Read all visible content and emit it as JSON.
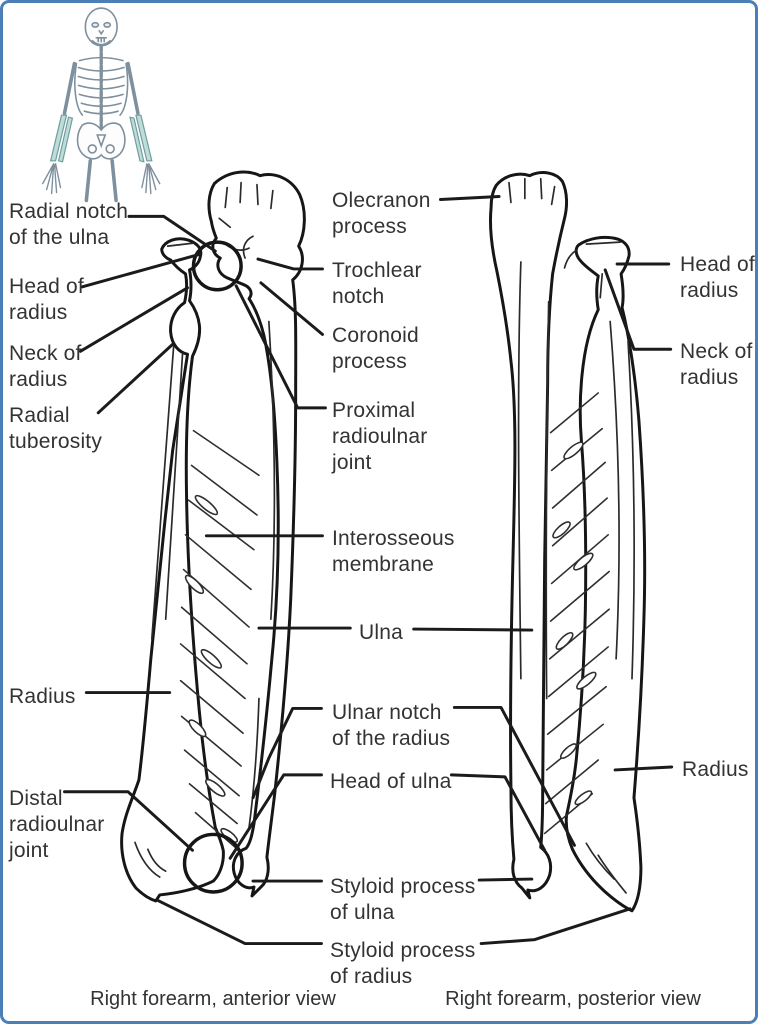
{
  "colors": {
    "border": "#4c7fb5",
    "bone_outline": "#161616",
    "leader_line": "#1b1b1b",
    "text": "#333333",
    "inset_outline": "#7e8f9d",
    "inset_forearm_highlight": "#bedcda"
  },
  "labels": {
    "radial_notch_of_ulna": "Radial notch\nof the ulna",
    "head_of_radius_left": "Head of\nradius",
    "neck_of_radius_left": "Neck of\nradius",
    "radial_tuberosity": "Radial\ntuberosity",
    "radius_left": "Radius",
    "distal_radioulnar_joint": "Distal\nradioulnar\njoint",
    "olecranon_process": "Olecranon\nprocess",
    "trochlear_notch": "Trochlear\nnotch",
    "coronoid_process": "Coronoid\nprocess",
    "proximal_radioulnar_joint": "Proximal\nradioulnar\njoint",
    "interosseous_membrane": "Interosseous\nmembrane",
    "ulna": "Ulna",
    "ulnar_notch_of_radius": "Ulnar notch\nof the radius",
    "head_of_ulna": "Head of ulna",
    "styloid_process_of_ulna": "Styloid process\nof ulna",
    "styloid_process_of_radius": "Styloid process\nof radius",
    "head_of_radius_right": "Head of\nradius",
    "neck_of_radius_right": "Neck of\nradius",
    "radius_right": "Radius"
  },
  "captions": {
    "anterior": "Right forearm, anterior view",
    "posterior": "Right forearm, posterior view"
  }
}
